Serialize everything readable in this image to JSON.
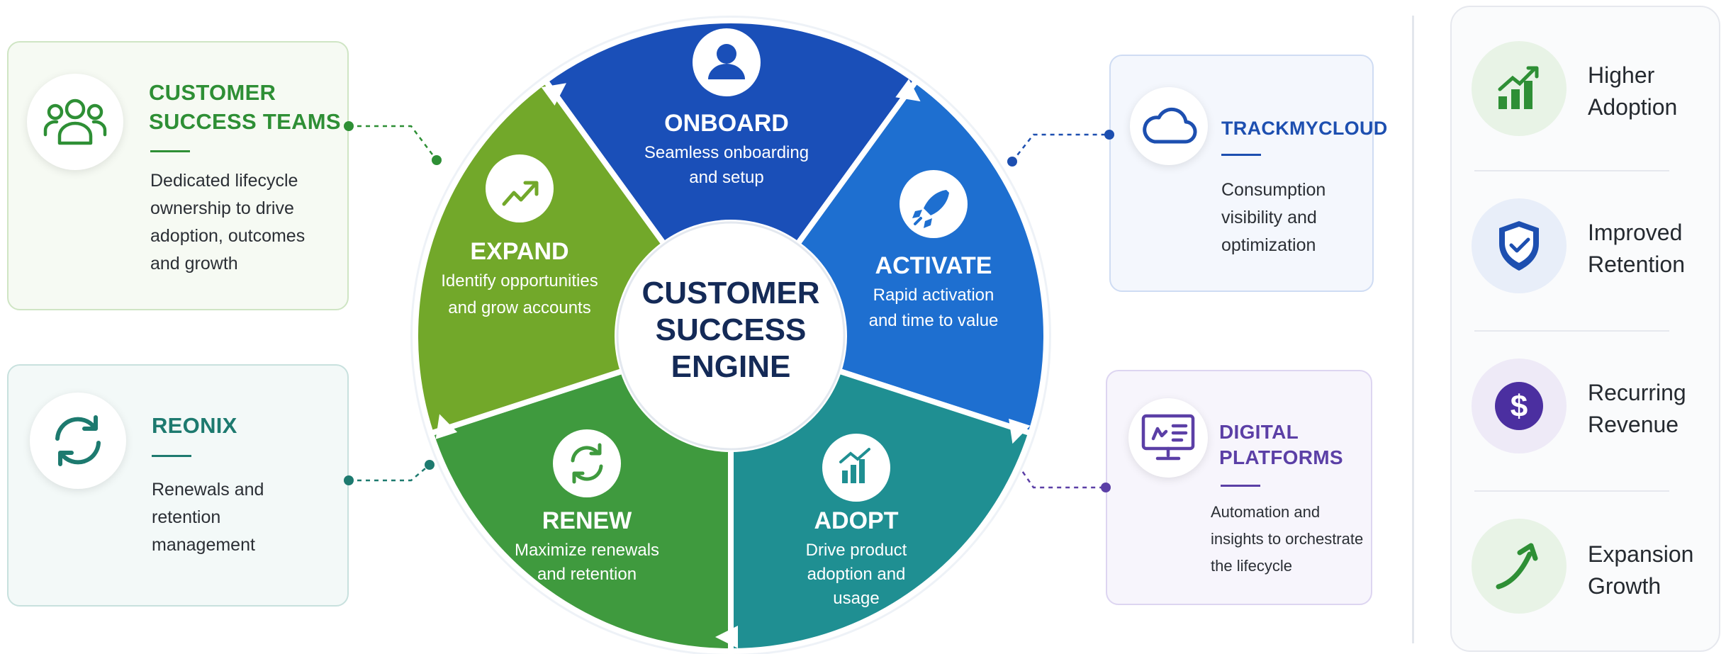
{
  "hub": {
    "line1": "CUSTOMER",
    "line2": "SUCCESS",
    "line3": "ENGINE"
  },
  "stages": [
    {
      "title": "ONBOARD",
      "desc1": "Seamless onboarding",
      "desc2": "and setup",
      "desc3": "",
      "icon": "user-icon",
      "color": "#1a4fb8"
    },
    {
      "title": "ACTIVATE",
      "desc1": "Rapid activation",
      "desc2": "and time to value",
      "desc3": "",
      "icon": "rocket-icon",
      "color": "#1e6fd0"
    },
    {
      "title": "ADOPT",
      "desc1": "Drive product",
      "desc2": "adoption and",
      "desc3": "usage",
      "icon": "bar-chart-icon",
      "color": "#1f8f92"
    },
    {
      "title": "RENEW",
      "desc1": "Maximize renewals",
      "desc2": "and retention",
      "desc3": "",
      "icon": "refresh-icon",
      "color": "#3f9a3e"
    },
    {
      "title": "EXPAND",
      "desc1": "Identify opportunities",
      "desc2": "and grow accounts",
      "desc3": "",
      "icon": "trend-up-icon",
      "color": "#72a82a"
    }
  ],
  "cards": {
    "customer_success_teams": {
      "title1": "CUSTOMER",
      "title2": "SUCCESS TEAMS",
      "lines": [
        "Dedicated lifecycle",
        "ownership to drive",
        "adoption, outcomes",
        "and growth"
      ],
      "icon": "team-icon",
      "color": "#2e8f35"
    },
    "reonix": {
      "title1": "REONIX",
      "lines": [
        "Renewals and",
        "retention",
        "management"
      ],
      "icon": "sync-icon",
      "color": "#1d7a6f"
    },
    "trackmycloud": {
      "title1": "TRACKMYCLOUD",
      "lines": [
        "Consumption",
        "visibility and",
        "optimization"
      ],
      "icon": "cloud-icon",
      "color": "#1d4fb0"
    },
    "digital_platforms": {
      "title1": "DIGITAL",
      "title2": "PLATFORMS",
      "lines": [
        "Automation and",
        "insights to orchestrate",
        "the lifecycle"
      ],
      "icon": "monitor-icon",
      "color": "#5b3fa6"
    }
  },
  "benefits": [
    {
      "line1": "Higher",
      "line2": "Adoption",
      "icon": "bar-growth-icon",
      "color": "#2e8f35"
    },
    {
      "line1": "Improved",
      "line2": "Retention",
      "icon": "shield-check-icon",
      "color": "#1d4fb0"
    },
    {
      "line1": "Recurring",
      "line2": "Revenue",
      "icon": "dollar-icon",
      "color": "#4b2fa0"
    },
    {
      "line1": "Expansion",
      "line2": "Growth",
      "icon": "arrow-up-icon",
      "color": "#2e8f35"
    }
  ]
}
